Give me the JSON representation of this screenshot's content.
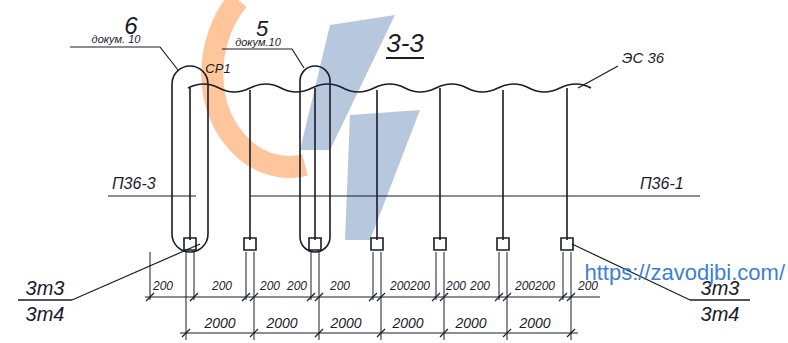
{
  "diagram": {
    "title": "3-3",
    "labels": [
      "6",
      "докум. 10",
      "5",
      "докум.10",
      "СР1",
      "ЭС 36",
      "П36-3",
      "П36-1",
      "3т3",
      "3т4",
      "3т3",
      "3т4",
      "200",
      "200",
      "200",
      "200",
      "200",
      "200",
      "200",
      "200",
      "200",
      "200",
      "200",
      "200",
      "2000",
      "2000",
      "2000",
      "2000",
      "2000",
      "2000",
      "https://zavodjbi.com/"
    ]
  }
}
